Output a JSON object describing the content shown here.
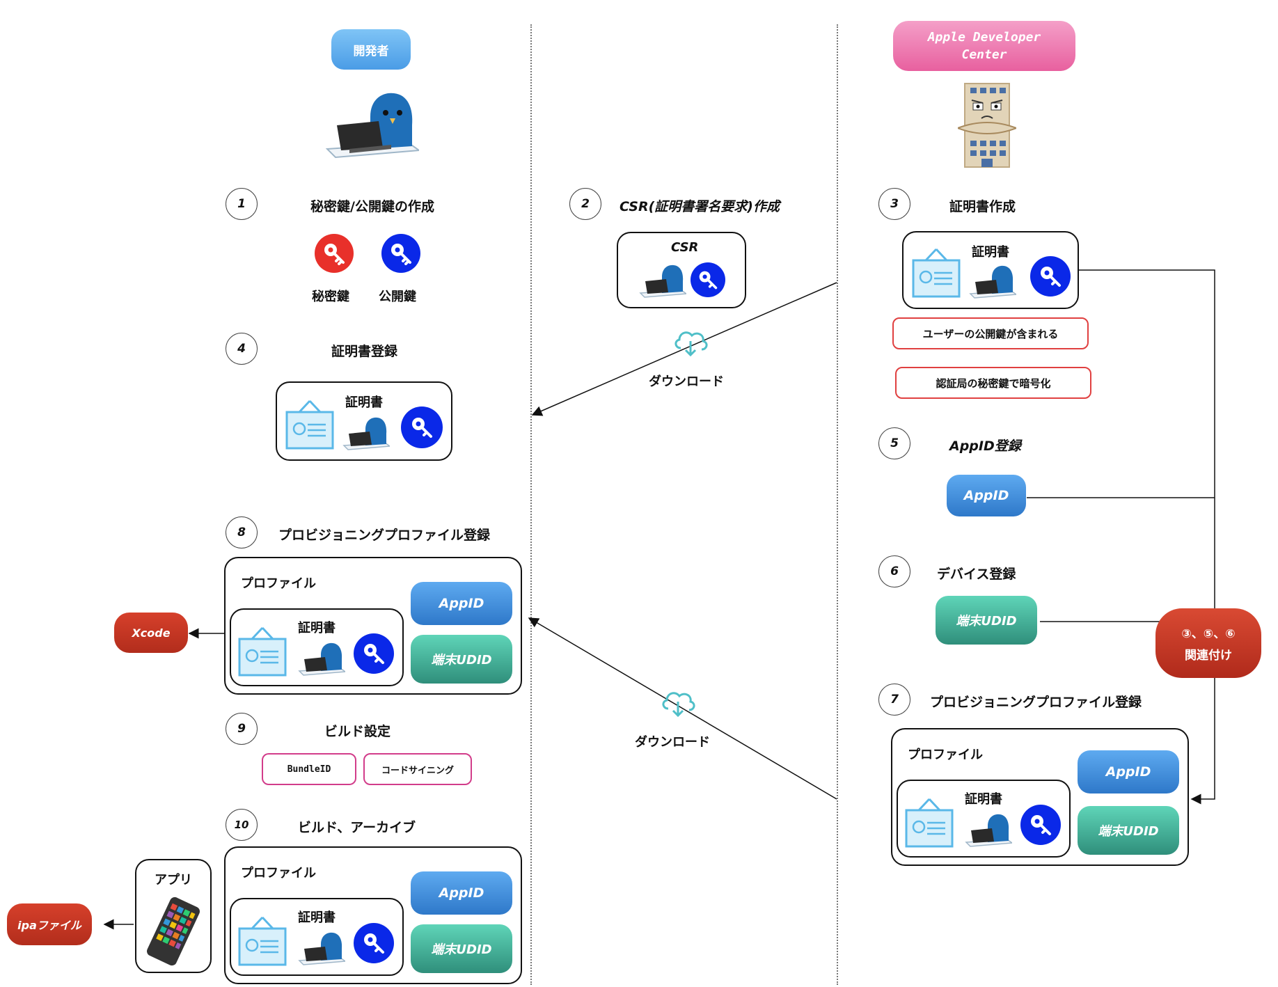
{
  "columns": {
    "developer": "開発者",
    "apple": "Apple Developer Center"
  },
  "steps": {
    "s1": {
      "num": "1",
      "title": "秘密鍵/公開鍵の作成",
      "private_key": "秘密鍵",
      "public_key": "公開鍵"
    },
    "s2": {
      "num": "2",
      "title": "CSR(証明書署名要求)作成",
      "box_label": "CSR"
    },
    "s3": {
      "num": "3",
      "title": "証明書作成",
      "box_label": "証明書",
      "note1": "ユーザーの公開鍵が含まれる",
      "note2": "認証局の秘密鍵で暗号化"
    },
    "s4": {
      "num": "4",
      "title": "証明書登録",
      "box_label": "証明書"
    },
    "s5": {
      "num": "5",
      "title": "AppID登録",
      "appid": "AppID"
    },
    "s6": {
      "num": "6",
      "title": "デバイス登録",
      "udid": "端末UDID"
    },
    "s7": {
      "num": "7",
      "title": "プロビジョニングプロファイル登録",
      "profile": "プロファイル",
      "cert": "証明書",
      "appid": "AppID",
      "udid": "端末UDID"
    },
    "s8": {
      "num": "8",
      "title": "プロビジョニングプロファイル登録",
      "profile": "プロファイル",
      "cert": "証明書",
      "appid": "AppID",
      "udid": "端末UDID"
    },
    "s9": {
      "num": "9",
      "title": "ビルド設定",
      "tag1": "BundleID",
      "tag2": "コードサイニング"
    },
    "s10": {
      "num": "10",
      "title": "ビルド、アーカイブ",
      "profile": "プロファイル",
      "cert": "証明書",
      "appid": "AppID",
      "udid": "端末UDID",
      "app": "アプリ"
    }
  },
  "download1": "ダウンロード",
  "download2": "ダウンロード",
  "link_badge": {
    "line1": "③、⑤、⑥",
    "line2": "関連付け"
  },
  "xcode": "Xcode",
  "ipa": "ipaファイル",
  "colors": {
    "accent_blue": "#0a28e8",
    "accent_red": "#e8302a",
    "badge_red": "#c4301f"
  }
}
